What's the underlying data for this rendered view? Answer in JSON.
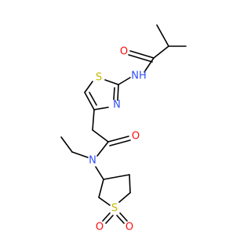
{
  "atom_colors": {
    "O": "#ff0d0d",
    "N": "#3050f8",
    "S": "#c6b700",
    "C": "#000000"
  },
  "atoms": [
    {
      "id": "o_amide_top",
      "label": "O",
      "element": "O"
    },
    {
      "id": "nh_amide",
      "label": "NH",
      "element": "N"
    },
    {
      "id": "s_thiazole",
      "label": "S",
      "element": "S"
    },
    {
      "id": "n_thiazole",
      "label": "N",
      "element": "N"
    },
    {
      "id": "o_amide_mid",
      "label": "O",
      "element": "O"
    },
    {
      "id": "n_tertiary",
      "label": "N",
      "element": "N"
    },
    {
      "id": "s_sulfolane",
      "label": "S",
      "element": "S"
    },
    {
      "id": "o_sulfone_left",
      "label": "O",
      "element": "O"
    },
    {
      "id": "o_sulfone_right",
      "label": "O",
      "element": "O"
    }
  ]
}
